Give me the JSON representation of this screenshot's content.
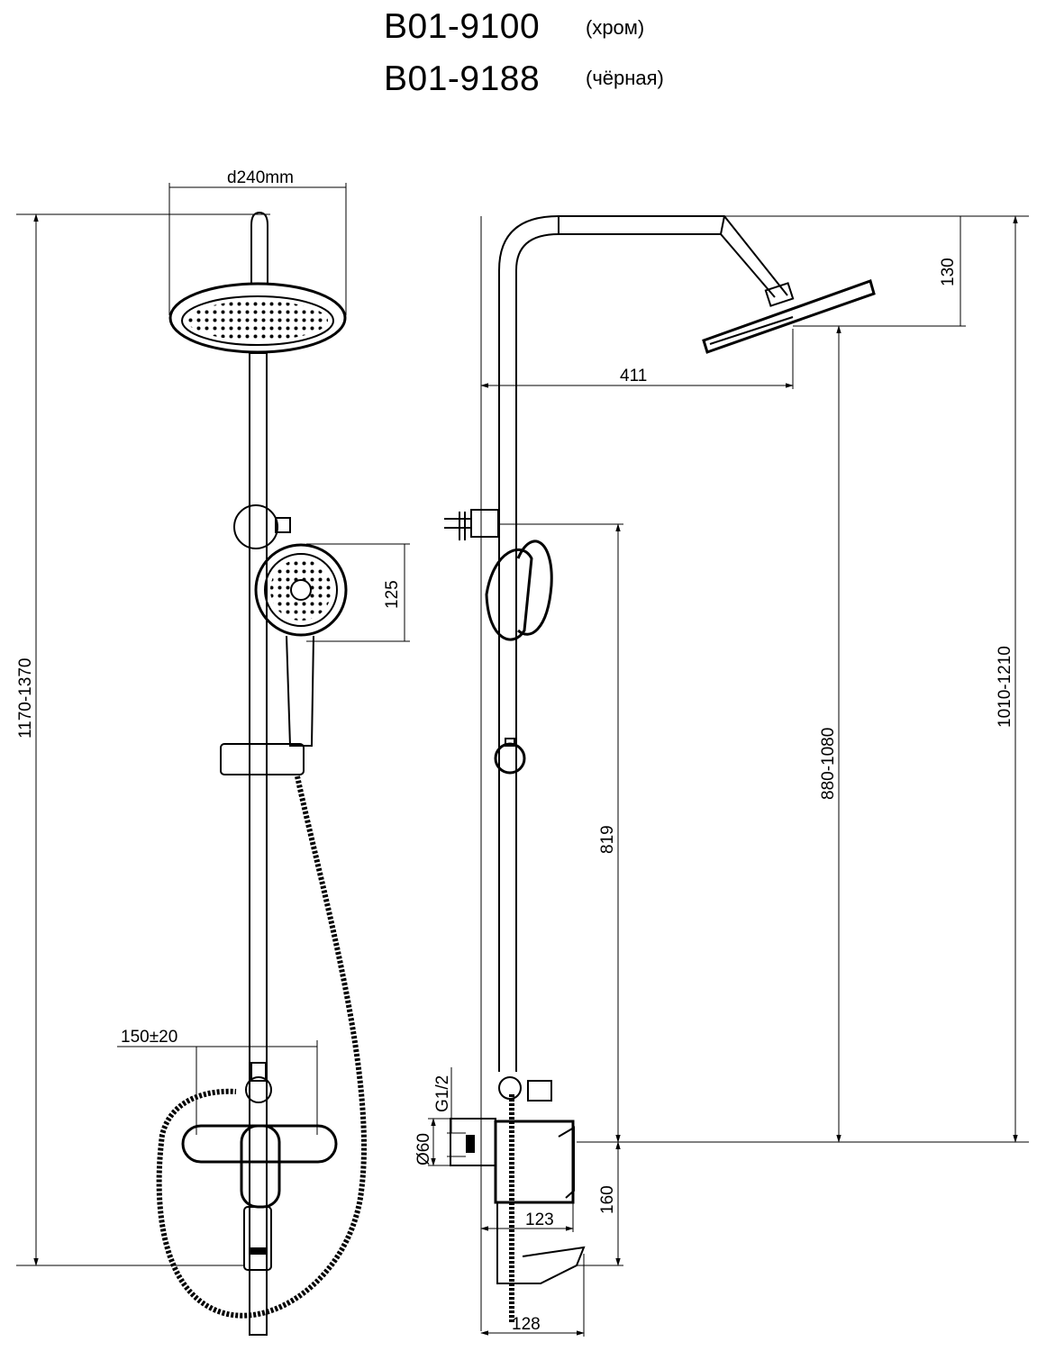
{
  "header": {
    "model_1": "B01-9100",
    "note_1": "(хром)",
    "model_2": "B01-9188",
    "note_2": "(чёрная)"
  },
  "dimensions": {
    "head_diameter": "d240mm",
    "total_height": "1170-1370",
    "hand_shower": "125",
    "mixer_spacing": "150±20",
    "arm_reach": "411",
    "head_drop": "130",
    "bar_length": "819",
    "head_height": "880-1080",
    "overall_from_mixer": "1010-1210",
    "thread": "G1/2",
    "flange": "Ø60",
    "mixer_depth": "123",
    "spout_height": "160",
    "spout_depth": "128"
  },
  "colors": {
    "line": "#000000",
    "background": "#ffffff"
  }
}
